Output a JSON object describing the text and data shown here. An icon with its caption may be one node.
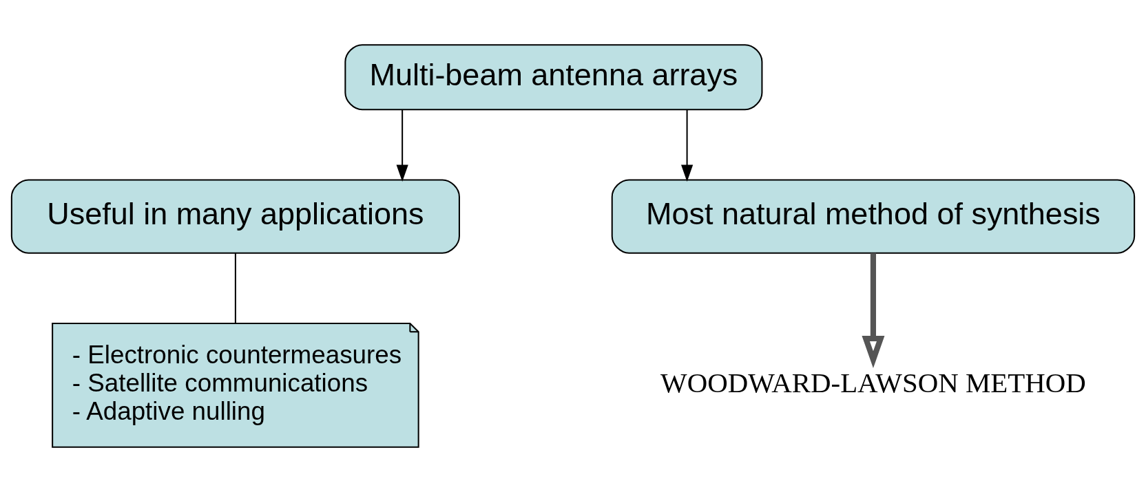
{
  "diagram": {
    "nodes": [
      {
        "text": [
          "Multi-beam antenna arrays"
        ]
      },
      {
        "text": [
          "Useful in many applications"
        ]
      },
      {
        "text": [
          "Most natural method of synthesis"
        ]
      },
      {
        "text": [
          "- Electronic countermeasures",
          "- Satellite communications",
          "- Adaptive nulling"
        ]
      },
      {
        "text": [
          "WOODWARD-LAWSON METHOD"
        ]
      }
    ],
    "edges": [
      {
        "from": 0,
        "to": 1,
        "arrow": "to"
      },
      {
        "from": 0,
        "to": 2,
        "arrow": "to"
      },
      {
        "from": 1,
        "to": 3,
        "arrow": "none"
      },
      {
        "from": 2,
        "to": 4,
        "arrow": "to",
        "style": "thick"
      }
    ]
  }
}
